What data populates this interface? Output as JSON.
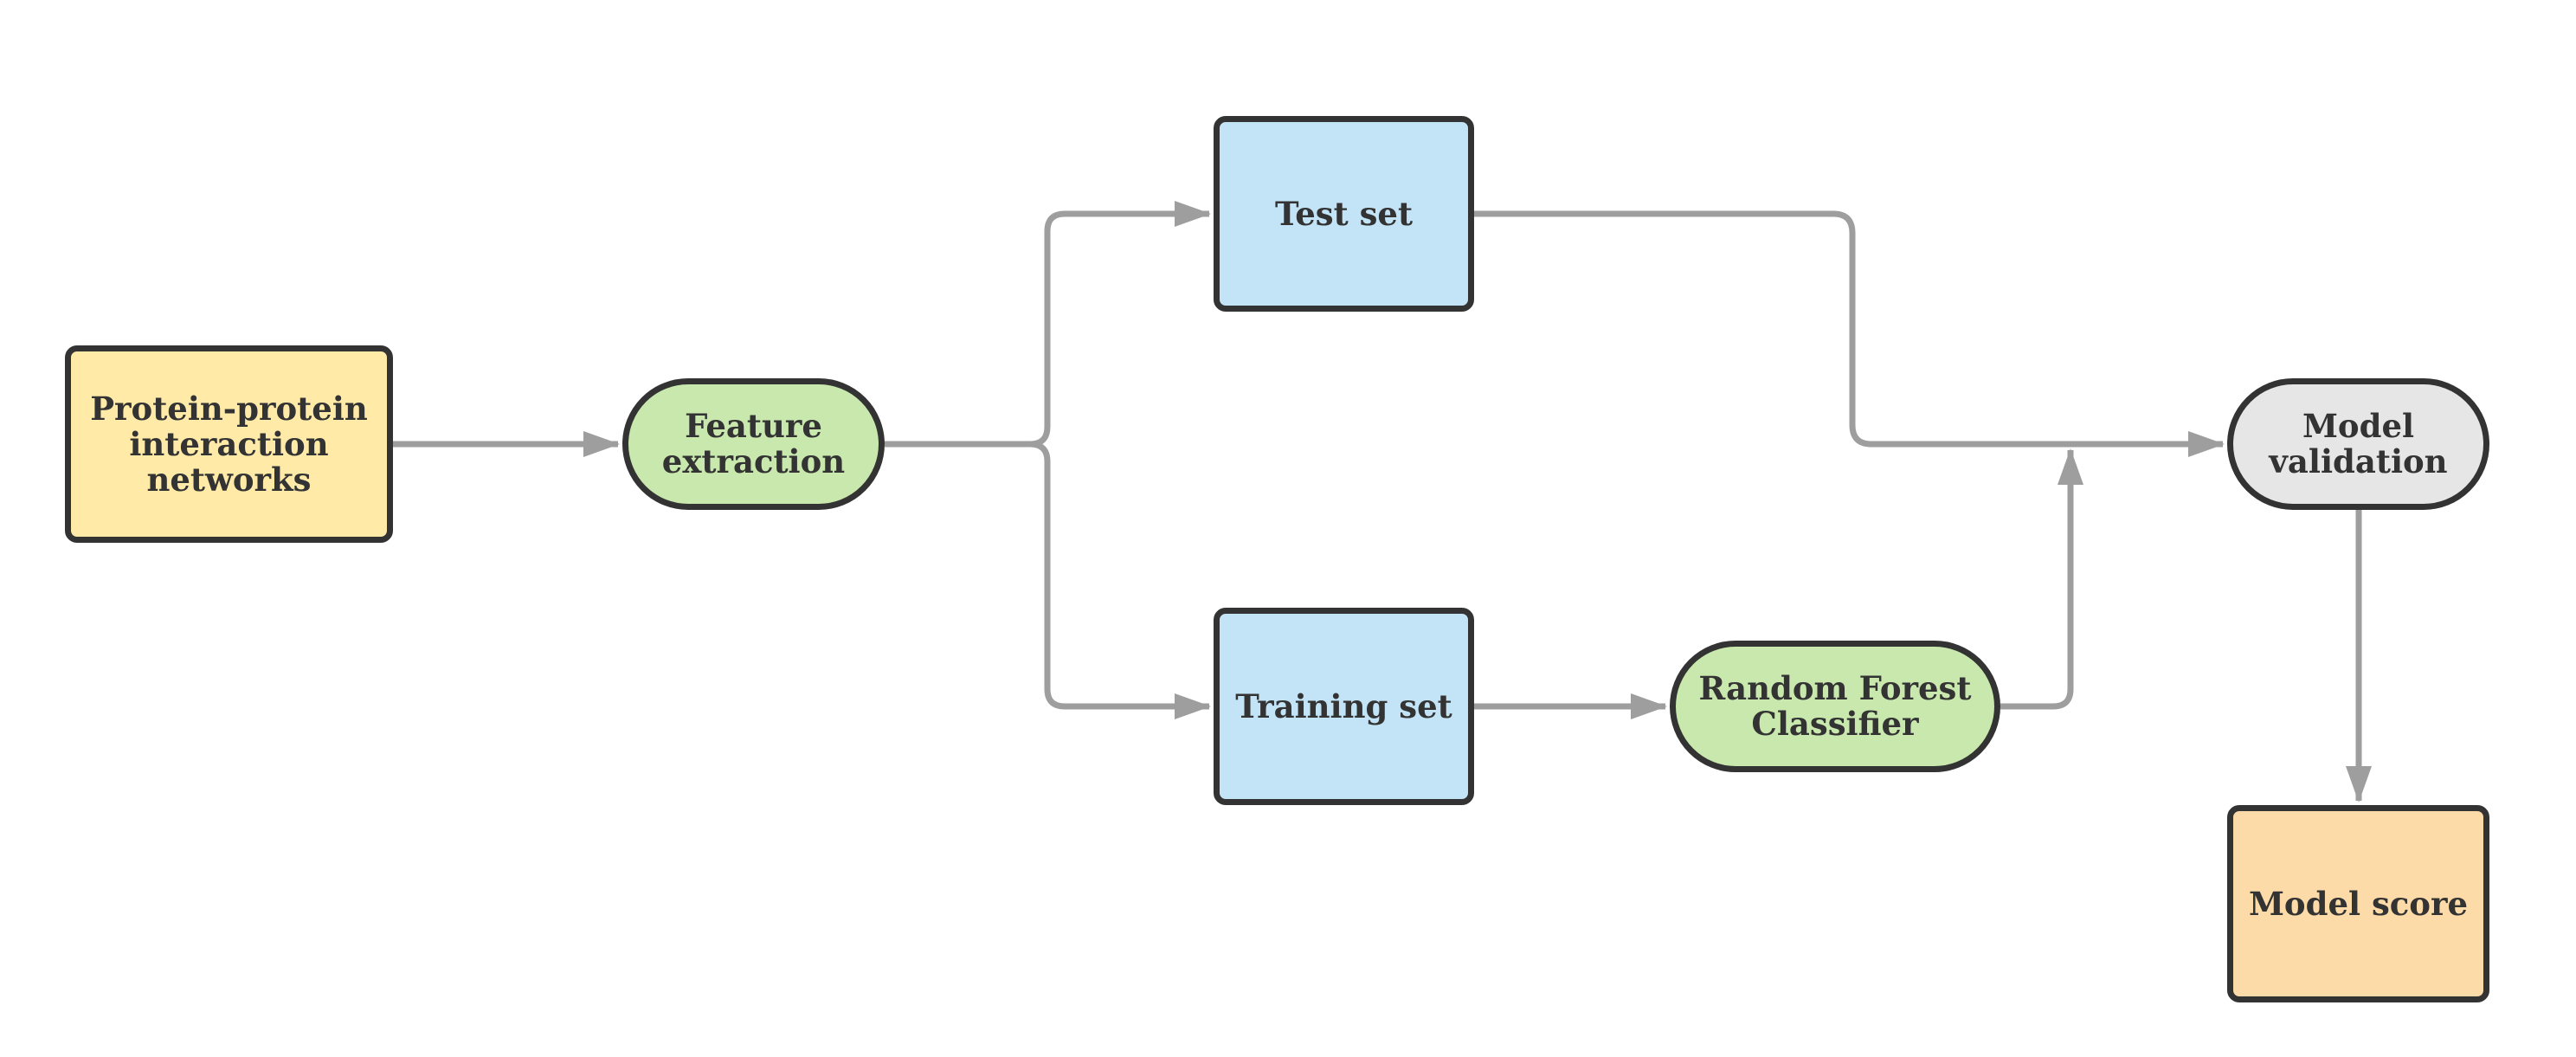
{
  "diagram": {
    "nodes": {
      "ppi": {
        "label": "Protein-protein\ninteraction\nnetworks",
        "fill": "#ffeaa7"
      },
      "feature": {
        "label": "Feature\nextraction",
        "fill": "#c8e8ad"
      },
      "test": {
        "label": "Test set",
        "fill": "#c3e4f6"
      },
      "train": {
        "label": "Training set",
        "fill": "#c3e4f6"
      },
      "rf": {
        "label": "Random Forest\nClassifier",
        "fill": "#c8e8ad"
      },
      "validation": {
        "label": "Model\nvalidation",
        "fill": "#e6e6e6"
      },
      "score": {
        "label": "Model score",
        "fill": "#fddba8"
      }
    },
    "edges": [
      {
        "from": "ppi",
        "to": "feature"
      },
      {
        "from": "feature",
        "to": "test"
      },
      {
        "from": "feature",
        "to": "train"
      },
      {
        "from": "train",
        "to": "rf"
      },
      {
        "from": "test",
        "to": "validation"
      },
      {
        "from": "rf",
        "to": "validation"
      },
      {
        "from": "validation",
        "to": "score"
      }
    ],
    "edge_color": "#9e9e9e",
    "border_color": "#333333"
  }
}
